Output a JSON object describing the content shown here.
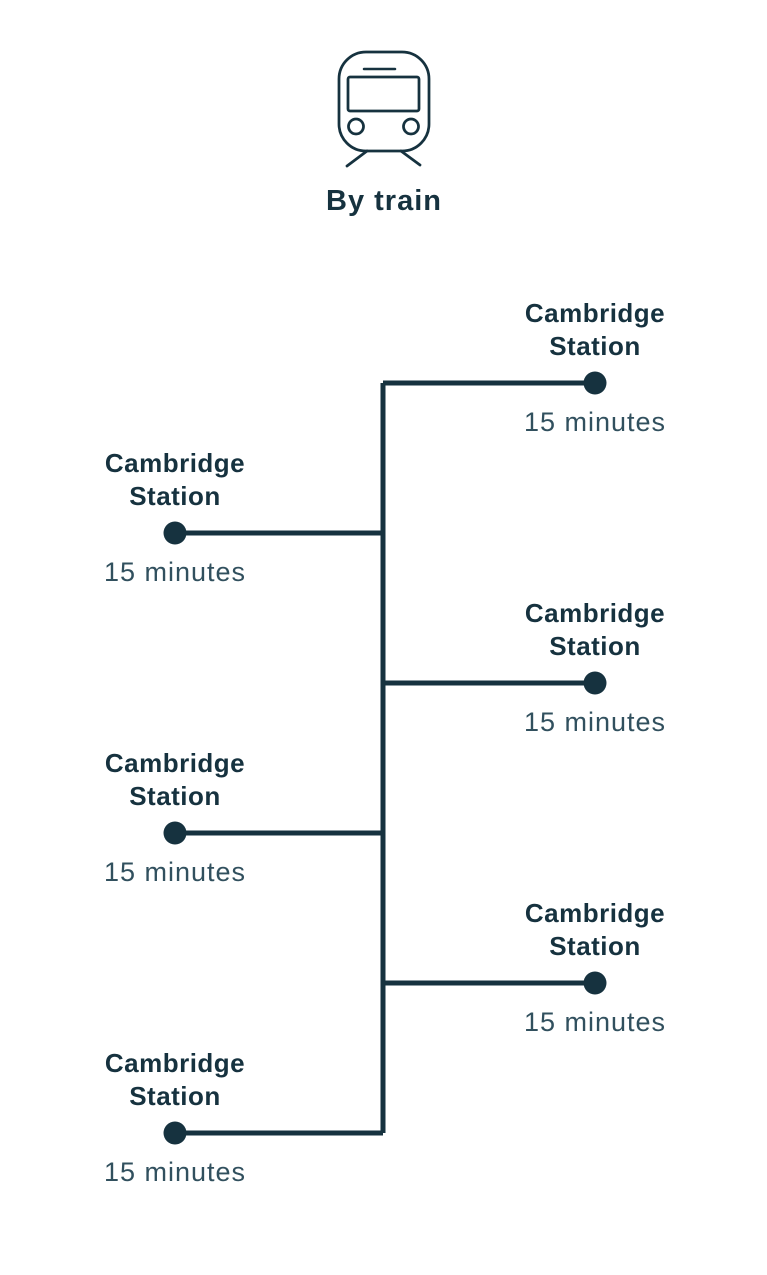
{
  "colors": {
    "ink": "#16323F",
    "muted": "#31505E",
    "background": "#ffffff"
  },
  "header": {
    "icon": "train-front-icon",
    "title": "By train"
  },
  "timeline": {
    "stops": [
      {
        "name": "Cambridge Station",
        "duration": "15 minutes",
        "side": "right"
      },
      {
        "name": "Cambridge Station",
        "duration": "15 minutes",
        "side": "left"
      },
      {
        "name": "Cambridge Station",
        "duration": "15 minutes",
        "side": "right"
      },
      {
        "name": "Cambridge Station",
        "duration": "15 minutes",
        "side": "left"
      },
      {
        "name": "Cambridge Station",
        "duration": "15 minutes",
        "side": "right"
      },
      {
        "name": "Cambridge Station",
        "duration": "15 minutes",
        "side": "left"
      }
    ]
  }
}
